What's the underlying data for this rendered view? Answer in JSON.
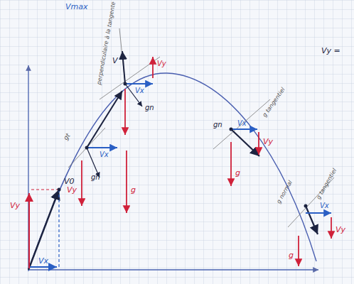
{
  "diagram": {
    "labels": [
      "Vmax",
      "Vy",
      "Vx",
      "V0",
      "gt",
      "Vx",
      "gn",
      "Vy",
      "g",
      "perpendiculaire à la tangente",
      "V",
      "Vy",
      "Vx",
      "gn",
      "gn",
      "Vx",
      "Vy",
      "g",
      "g tangentiel",
      "g tangentiel",
      "g normal",
      "Vx",
      "Vy",
      "g",
      "Vy ="
    ]
  }
}
